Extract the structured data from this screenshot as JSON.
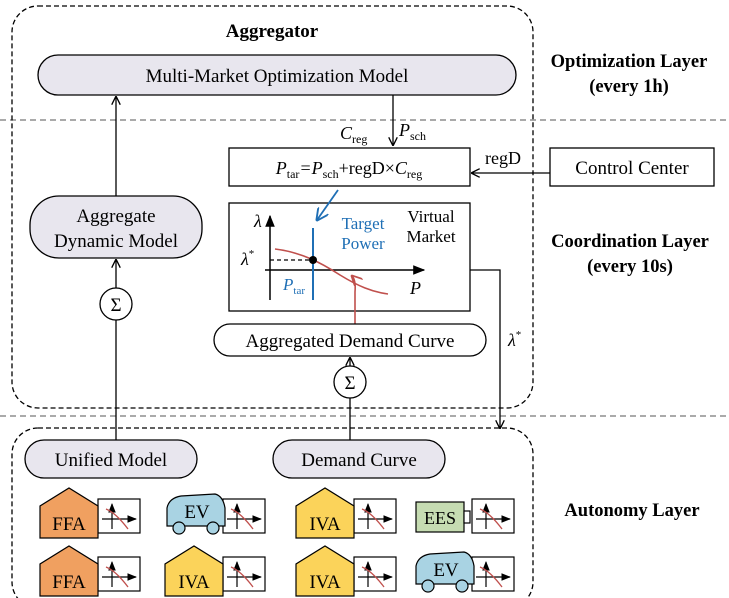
{
  "colors": {
    "pill_fill": "#e8e6ee",
    "ffa_fill": "#f0a060",
    "iva_fill": "#fbd35a",
    "ev_fill": "#a9d3e3",
    "ees_fill": "#c6dcb2",
    "target_blue": "#1f6fb5",
    "curve_red": "#c0504d",
    "separator_gray": "#aaaaaa"
  },
  "aggregator": {
    "title": "Aggregator",
    "optimization_model": "Multi-Market Optimization Model",
    "dynamic_model": [
      "Aggregate",
      "Dynamic Model"
    ],
    "sigma": "Σ",
    "aggregated_demand_curve": "Aggregated Demand Curve"
  },
  "layers": {
    "optimization": [
      "Optimization Layer",
      "(every 1h)"
    ],
    "coordination": [
      "Coordination Layer",
      "(every 10s)"
    ],
    "autonomy": "Autonomy Layer"
  },
  "signals": {
    "c_reg": {
      "main": "C",
      "sub": "reg"
    },
    "p_sch": {
      "main": "P",
      "sub": "sch"
    },
    "regd": "regD",
    "lambda_star": "λ",
    "star": "*"
  },
  "equation": {
    "p": "P",
    "tar": "tar",
    "eq_p": "=P",
    "sch": "sch",
    "plus": "+regD×",
    "c": "C",
    "reg": "reg"
  },
  "control_center": "Control Center",
  "virtual_market": {
    "title": [
      "Virtual",
      "Market"
    ],
    "target_power": [
      "Target",
      "Power"
    ],
    "axis_y": "λ",
    "axis_x": "P",
    "lambda_star": "λ",
    "star": "*",
    "p_tar_main": "P",
    "p_tar_sub": "tar"
  },
  "autonomy": {
    "unified_model": "Unified Model",
    "demand_curve": "Demand Curve",
    "devices": [
      {
        "label": "FFA",
        "kind": "house",
        "color": "ffa_fill"
      },
      {
        "label": "EV",
        "kind": "car",
        "color": "ev_fill"
      },
      {
        "label": "IVA",
        "kind": "house",
        "color": "iva_fill"
      },
      {
        "label": "EES",
        "kind": "battery",
        "color": "ees_fill"
      },
      {
        "label": "FFA",
        "kind": "house",
        "color": "ffa_fill"
      },
      {
        "label": "IVA",
        "kind": "house",
        "color": "iva_fill"
      },
      {
        "label": "IVA",
        "kind": "house",
        "color": "iva_fill"
      },
      {
        "label": "EV",
        "kind": "car",
        "color": "ev_fill"
      }
    ]
  }
}
